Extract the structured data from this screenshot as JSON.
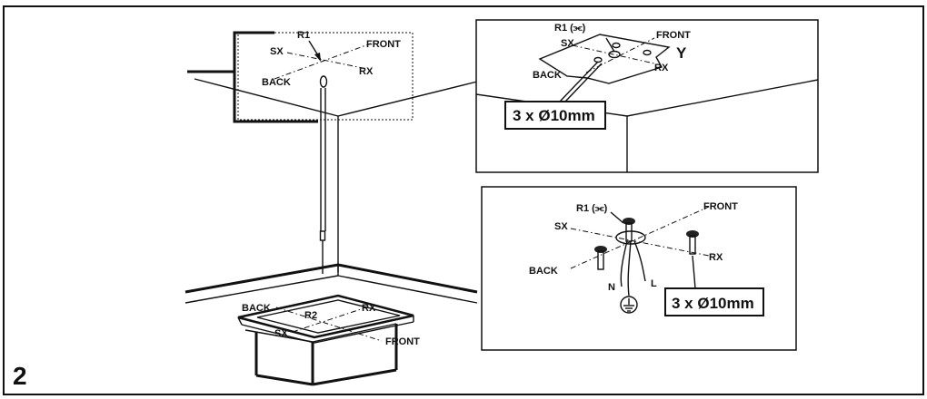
{
  "figure_number": "2",
  "main_view": {
    "r1": "R1",
    "sx": "SX",
    "front": "FRONT",
    "rx": "RX",
    "back": "BACK"
  },
  "hob": {
    "back": "BACK",
    "r2": "R2",
    "rx": "RX",
    "sx": "SX",
    "front": "FRONT"
  },
  "detail_top": {
    "r1": "R1 (⫘)",
    "sx": "SX",
    "front": "FRONT",
    "y": "Y",
    "rx": "RX",
    "back": "BACK",
    "holes": "3 x Ø10mm"
  },
  "detail_bottom": {
    "r1": "R1 (⫘)",
    "front": "FRONT",
    "sx": "SX",
    "rx": "RX",
    "back": "BACK",
    "n": "N",
    "l": "L",
    "holes": "3 x Ø10mm"
  }
}
